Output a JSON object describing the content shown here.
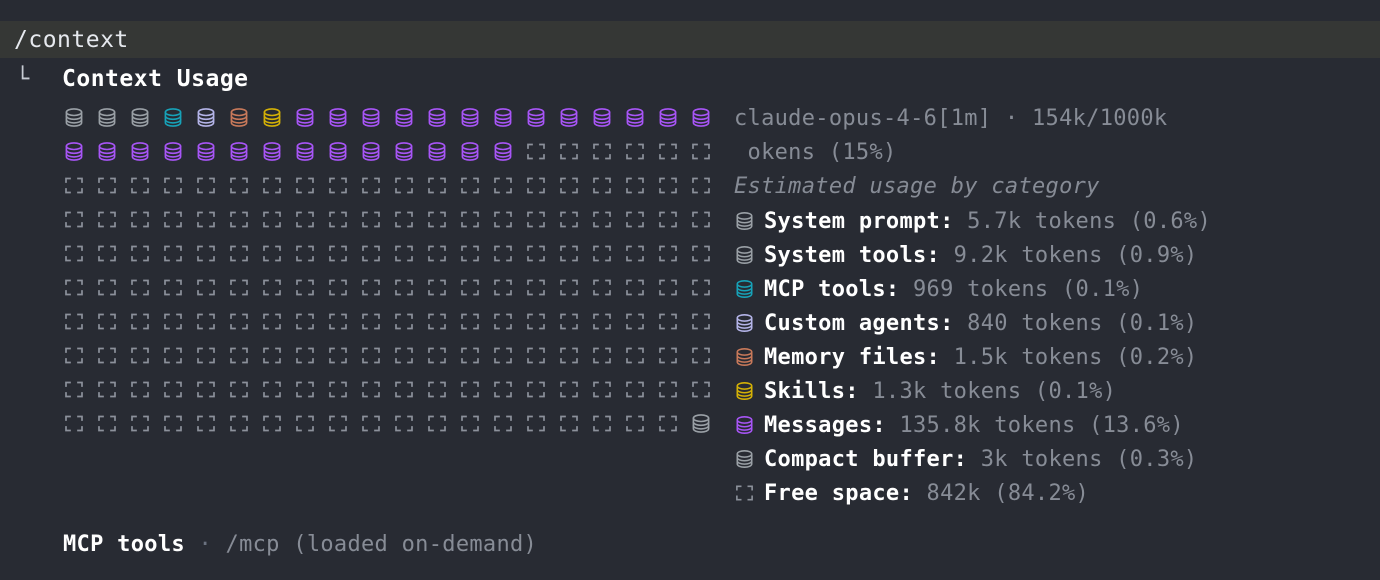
{
  "command_bar": {
    "command": "/context"
  },
  "header": {
    "tree_prefix": "└",
    "title": "Context Usage"
  },
  "summary": {
    "line1": "claude-opus-4-6[1m] · 154k/1000k",
    "line2": " okens (15%)",
    "subtitle": "Estimated usage by category"
  },
  "colors": {
    "background": "#282b33",
    "command_bar_bg": "#353735",
    "gray": "#9aa0a6",
    "teal": "#17a2b8",
    "lavender": "#b4b4e8",
    "orange": "#c8795a",
    "gold": "#d4b106",
    "purple": "#a855f7",
    "empty": "#8c919b",
    "label": "#ffffff",
    "value": "#878c96"
  },
  "legend": [
    {
      "icon": "database-icon",
      "color": "gray",
      "label": "System prompt:",
      "value": "5.7k tokens (0.6%)"
    },
    {
      "icon": "database-icon",
      "color": "gray",
      "label": "System tools:",
      "value": "9.2k tokens (0.9%)"
    },
    {
      "icon": "database-icon",
      "color": "teal",
      "label": "MCP tools:",
      "value": "969 tokens (0.1%)"
    },
    {
      "icon": "database-icon",
      "color": "lavender",
      "label": "Custom agents:",
      "value": "840 tokens (0.1%)"
    },
    {
      "icon": "database-icon",
      "color": "orange",
      "label": "Memory files:",
      "value": "1.5k tokens (0.2%)"
    },
    {
      "icon": "database-icon",
      "color": "gold",
      "label": "Skills:",
      "value": "1.3k tokens (0.1%)"
    },
    {
      "icon": "database-icon",
      "color": "purple",
      "label": "Messages:",
      "value": "135.8k tokens (13.6%)"
    },
    {
      "icon": "database-icon",
      "color": "gray",
      "label": "Compact buffer:",
      "value": "3k tokens (0.3%)"
    },
    {
      "icon": "empty-cell-icon",
      "color": "empty",
      "label": "Free space:",
      "value": "842k (84.2%)"
    }
  ],
  "grid": {
    "columns": 20,
    "rows": 10,
    "cells": [
      [
        "gray",
        "gray",
        "gray",
        "teal",
        "lavender",
        "orange",
        "gold",
        "purple",
        "purple",
        "purple",
        "purple",
        "purple",
        "purple",
        "purple",
        "purple",
        "purple",
        "purple",
        "purple",
        "purple",
        "purple"
      ],
      [
        "purple",
        "purple",
        "purple",
        "purple",
        "purple",
        "purple",
        "purple",
        "purple",
        "purple",
        "purple",
        "purple",
        "purple",
        "purple",
        "purple",
        "empty",
        "empty",
        "empty",
        "empty",
        "empty",
        "empty"
      ],
      [
        "empty",
        "empty",
        "empty",
        "empty",
        "empty",
        "empty",
        "empty",
        "empty",
        "empty",
        "empty",
        "empty",
        "empty",
        "empty",
        "empty",
        "empty",
        "empty",
        "empty",
        "empty",
        "empty",
        "empty"
      ],
      [
        "empty",
        "empty",
        "empty",
        "empty",
        "empty",
        "empty",
        "empty",
        "empty",
        "empty",
        "empty",
        "empty",
        "empty",
        "empty",
        "empty",
        "empty",
        "empty",
        "empty",
        "empty",
        "empty",
        "empty"
      ],
      [
        "empty",
        "empty",
        "empty",
        "empty",
        "empty",
        "empty",
        "empty",
        "empty",
        "empty",
        "empty",
        "empty",
        "empty",
        "empty",
        "empty",
        "empty",
        "empty",
        "empty",
        "empty",
        "empty",
        "empty"
      ],
      [
        "empty",
        "empty",
        "empty",
        "empty",
        "empty",
        "empty",
        "empty",
        "empty",
        "empty",
        "empty",
        "empty",
        "empty",
        "empty",
        "empty",
        "empty",
        "empty",
        "empty",
        "empty",
        "empty",
        "empty"
      ],
      [
        "empty",
        "empty",
        "empty",
        "empty",
        "empty",
        "empty",
        "empty",
        "empty",
        "empty",
        "empty",
        "empty",
        "empty",
        "empty",
        "empty",
        "empty",
        "empty",
        "empty",
        "empty",
        "empty",
        "empty"
      ],
      [
        "empty",
        "empty",
        "empty",
        "empty",
        "empty",
        "empty",
        "empty",
        "empty",
        "empty",
        "empty",
        "empty",
        "empty",
        "empty",
        "empty",
        "empty",
        "empty",
        "empty",
        "empty",
        "empty",
        "empty"
      ],
      [
        "empty",
        "empty",
        "empty",
        "empty",
        "empty",
        "empty",
        "empty",
        "empty",
        "empty",
        "empty",
        "empty",
        "empty",
        "empty",
        "empty",
        "empty",
        "empty",
        "empty",
        "empty",
        "empty",
        "empty"
      ],
      [
        "empty",
        "empty",
        "empty",
        "empty",
        "empty",
        "empty",
        "empty",
        "empty",
        "empty",
        "empty",
        "empty",
        "empty",
        "empty",
        "empty",
        "empty",
        "empty",
        "empty",
        "empty",
        "empty",
        "gray"
      ]
    ]
  },
  "footer": {
    "title": "MCP tools",
    "separator": " · ",
    "rest": "/mcp (loaded on-demand)"
  }
}
